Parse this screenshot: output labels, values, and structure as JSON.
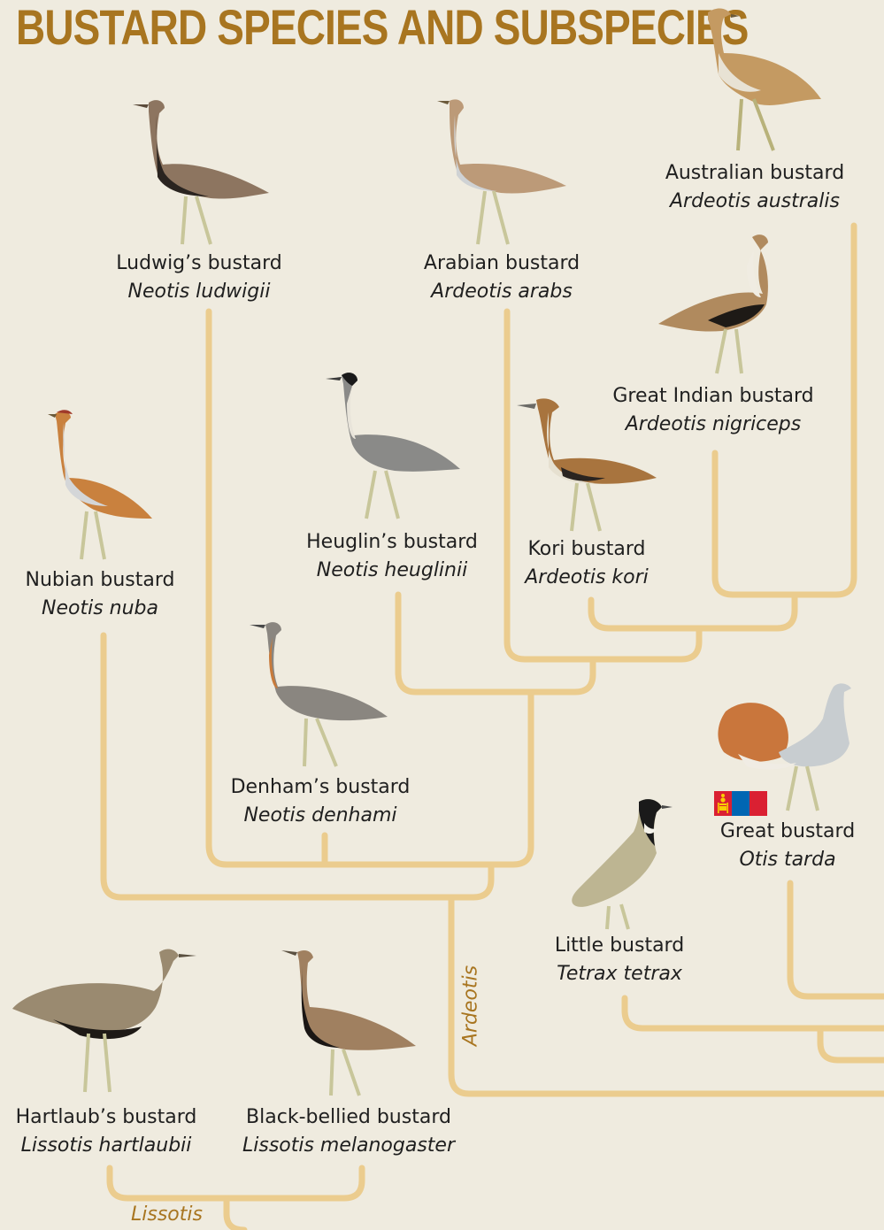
{
  "title": "BUSTARD SPECIES AND SUBSPECIES",
  "colors": {
    "background": "#efebdf",
    "title": "#a87520",
    "tree_lines": "#ebcc8e",
    "genus_label": "#a87520",
    "text": "#1f1f1f"
  },
  "species": [
    {
      "id": "australian",
      "common": "Australian bustard",
      "latin": "Ardeotis australis"
    },
    {
      "id": "ludwig",
      "common": "Ludwig’s bustard",
      "latin": "Neotis ludwigii"
    },
    {
      "id": "arabian",
      "common": "Arabian bustard",
      "latin": "Ardeotis arabs"
    },
    {
      "id": "great-indian",
      "common": "Great Indian bustard",
      "latin": "Ardeotis nigriceps"
    },
    {
      "id": "nubian",
      "common": "Nubian bustard",
      "latin": "Neotis nuba"
    },
    {
      "id": "heuglin",
      "common": "Heuglin’s bustard",
      "latin": "Neotis heuglinii"
    },
    {
      "id": "kori",
      "common": "Kori bustard",
      "latin": "Ardeotis kori"
    },
    {
      "id": "denham",
      "common": "Denham’s bustard",
      "latin": "Neotis denhami"
    },
    {
      "id": "great",
      "common": "Great bustard",
      "latin": "Otis tarda"
    },
    {
      "id": "little",
      "common": "Little bustard",
      "latin": "Tetrax tetrax"
    },
    {
      "id": "hartlaub",
      "common": "Hartlaub’s bustard",
      "latin": "Lissotis hartlaubii"
    },
    {
      "id": "black-bellied",
      "common": "Black-bellied bustard",
      "latin": "Lissotis melanogaster"
    }
  ],
  "genus_labels": {
    "ardeotis": "Ardeotis",
    "lissotis": "Lissotis"
  },
  "icons": {
    "flag": "mongolia-flag-icon",
    "bird": "bustard-illustration"
  }
}
